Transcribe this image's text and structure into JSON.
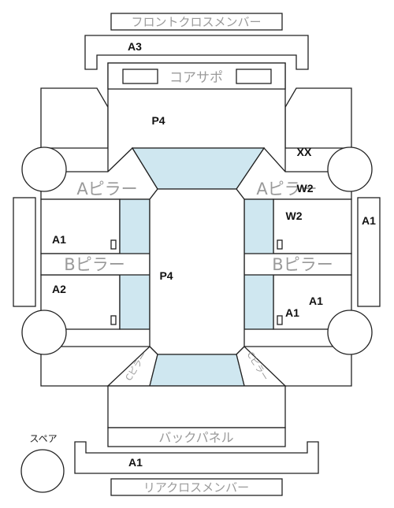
{
  "labels": {
    "front_cross_member": "フロントクロスメンバー",
    "core_support": "コアサポ",
    "a_pillar_left": "Aピラー",
    "a_pillar_right": "Aピラー",
    "b_pillar_left": "Bピラー",
    "b_pillar_right": "Bピラー",
    "back_panel": "バックパネル",
    "rear_cross_member": "リアクロスメンバー",
    "spare": "スペア",
    "c_pillar_left": "Cピラー",
    "c_pillar_right": "Cピラー"
  },
  "codes": {
    "front_cross_member": "A3",
    "front_floor": "P4",
    "front_right_inner": "XX",
    "a_pillar_right": "W2",
    "front_door_right": "W2",
    "side_right": "A1",
    "front_door_left": "A1",
    "roof": "P4",
    "rear_door_left": "A2",
    "rear_door_right_upper": "A1",
    "rear_door_right_lower": "A1",
    "rear_cross_member": "A1"
  },
  "colors": {
    "glass": "#cfe7f0",
    "line": "#222222",
    "label_gray": "#9a9a9a"
  }
}
